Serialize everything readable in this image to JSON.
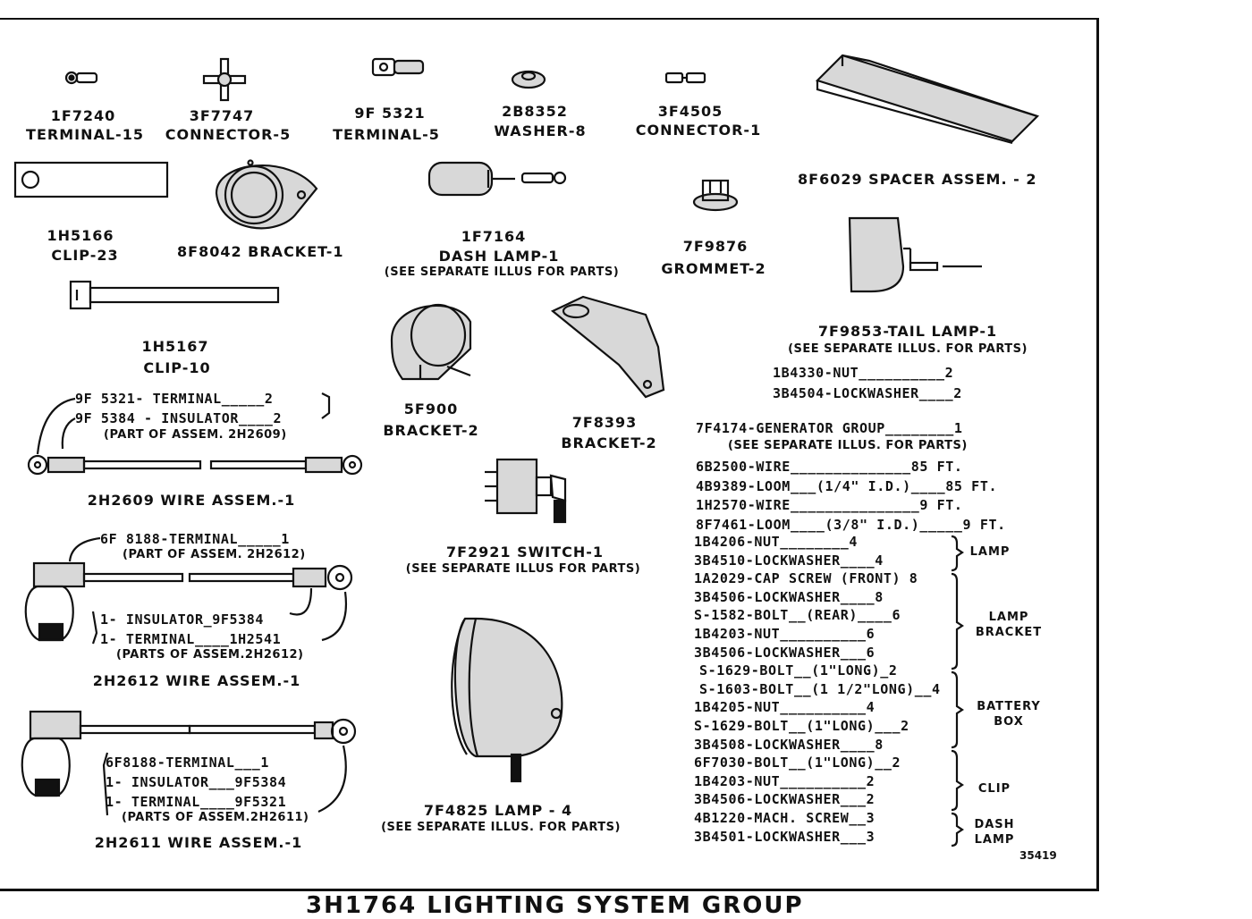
{
  "title": "3H1764 LIGHTING SYSTEM GROUP",
  "drawing_code": "35419",
  "parts": {
    "terminal_1f7240": {
      "code": "1F7240",
      "name": "TERMINAL-15"
    },
    "connector_3f7747": {
      "code": "3F7747",
      "name": "CONNECTOR-5"
    },
    "terminal_9f5321": {
      "code": "9F 5321",
      "name": "TERMINAL-5"
    },
    "washer_2b8352": {
      "code": "2B8352",
      "name": "WASHER-8"
    },
    "connector_3f4505": {
      "code": "3F4505",
      "name": "CONNECTOR-1"
    },
    "spacer_8f6029": {
      "name": "8F6029  SPACER  ASSEM. - 2"
    },
    "clip_1h5166": {
      "code": "1H5166",
      "name": "CLIP-23"
    },
    "bracket_8f8042": {
      "name": "8F8042 BRACKET-1"
    },
    "dash_lamp_1f7164": {
      "code": "1F7164",
      "name": "DASH LAMP-1",
      "note": "(SEE SEPARATE ILLUS FOR PARTS)"
    },
    "grommet_7f9876": {
      "code": "7F9876",
      "name": "GROMMET-2"
    },
    "clip_1h5167": {
      "code": "1H5167",
      "name": "CLIP-10"
    },
    "bracket_5f900": {
      "code": "5F900",
      "name": "BRACKET-2"
    },
    "bracket_7f8393": {
      "code": "7F8393",
      "name": "BRACKET-2"
    },
    "tail_lamp_7f9853": {
      "name": "7F9853-TAIL LAMP-1",
      "note": "(SEE SEPARATE ILLUS. FOR PARTS)"
    },
    "switch_7f2921": {
      "name": "7F2921 SWITCH-1",
      "note": "(SEE SEPARATE ILLUS FOR PARTS)"
    },
    "lamp_7f4825": {
      "name": "7F4825  LAMP - 4",
      "note": "(SEE SEPARATE ILLUS. FOR PARTS)"
    }
  },
  "tail_lamp_items": [
    "1B4330-NUT__________2",
    "3B4504-LOCKWASHER____2"
  ],
  "wire_2h2609": {
    "items": [
      "9F 5321- TERMINAL_____2",
      "9F 5384 - INSULATOR____2"
    ],
    "note": "(PART OF ASSEM. 2H2609)",
    "label": "2H2609 WIRE ASSEM.-1"
  },
  "wire_2h2612": {
    "top_item": "6F 8188-TERMINAL_____1",
    "top_note": "(PART OF ASSEM. 2H2612)",
    "items": [
      "1- INSULATOR_9F5384",
      "1- TERMINAL____1H2541"
    ],
    "note": "(PARTS OF ASSEM.2H2612)",
    "label": "2H2612 WIRE ASSEM.-1"
  },
  "wire_2h2611": {
    "items": [
      "6F8188-TERMINAL___1",
      "1- INSULATOR___9F5384",
      "1- TERMINAL____9F5321"
    ],
    "note": "(PARTS OF ASSEM.2H2611)",
    "label": "2H2611 WIRE ASSEM.-1"
  },
  "generator": {
    "heading": "7F4174-GENERATOR  GROUP________1",
    "note": "(SEE  SEPARATE ILLUS. FOR PARTS)",
    "items": [
      "6B2500-WIRE______________85 FT.",
      "4B9389-LOOM___(1/4\" I.D.)____85 FT.",
      "1H2570-WIRE_______________9 FT.",
      "8F7461-LOOM____(3/8\" I.D.)_____9 FT."
    ]
  },
  "parts_list": [
    "1B4206-NUT________4",
    "3B4510-LOCKWASHER____4",
    "1A2029-CAP SCREW (FRONT) 8",
    "3B4506-LOCKWASHER____8",
    "S-1582-BOLT__(REAR)____6",
    "1B4203-NUT__________6",
    "3B4506-LOCKWASHER___6",
    "S-1629-BOLT__(1\"LONG)_2",
    "S-1603-BOLT__(1 1/2\"LONG)__4",
    "1B4205-NUT__________4",
    "S-1629-BOLT__(1\"LONG)___2",
    "3B4508-LOCKWASHER____8",
    "6F7030-BOLT__(1\"LONG)__2",
    "1B4203-NUT__________2",
    "3B4506-LOCKWASHER___2",
    "4B1220-MACH. SCREW__3",
    "3B4501-LOCKWASHER___3"
  ],
  "groups": {
    "lamp": "LAMP",
    "lamp_bracket": "LAMP BRACKET",
    "battery_box": "BATTERY BOX",
    "clip": "CLIP",
    "dash_lamp": "DASH LAMP"
  }
}
